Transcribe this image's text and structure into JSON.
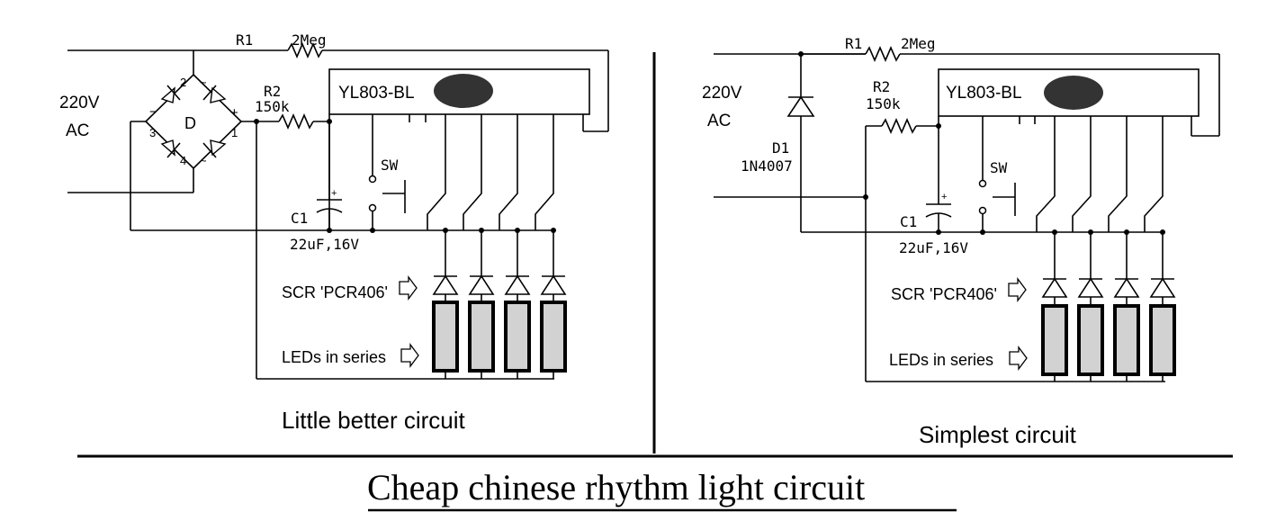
{
  "left_circuit": {
    "caption": "Little better circuit",
    "source_label_line1": "220V",
    "source_label_line2": "AC",
    "bridge_label": "D",
    "bridge_pin_2": "2",
    "bridge_pin_3": "3",
    "bridge_pin_1": "1",
    "bridge_pin_4": "4",
    "bridge_minus": "−",
    "bridge_plus": "+",
    "r1_name": "R1",
    "r1_value": "2Meg",
    "r2_name": "R2",
    "r2_value": "150k",
    "ic_label": "YL803-BL",
    "switch_label": "SW",
    "cap_name": "C1",
    "cap_value": "22uF,16V",
    "cap_plus": "+",
    "scr_label": "SCR 'PCR406'",
    "led_label": "LEDs in series"
  },
  "right_circuit": {
    "caption": "Simplest circuit",
    "source_label_line1": "220V",
    "source_label_line2": "AC",
    "r1_name": "R1",
    "r1_value": "2Meg",
    "r2_name": "R2",
    "r2_value": "150k",
    "ic_label": "YL803-BL",
    "diode_name": "D1",
    "diode_part": "1N4007",
    "switch_label": "SW",
    "cap_name": "C1",
    "cap_value": "22uF,16V",
    "cap_plus": "+",
    "scr_label": "SCR 'PCR406'",
    "led_label": "LEDs in series"
  },
  "main_title": "Cheap chinese rhythm light circuit",
  "colors": {
    "ink": "#000000",
    "ic_blob": "#333333",
    "led_fill": "#d2d2d2"
  }
}
